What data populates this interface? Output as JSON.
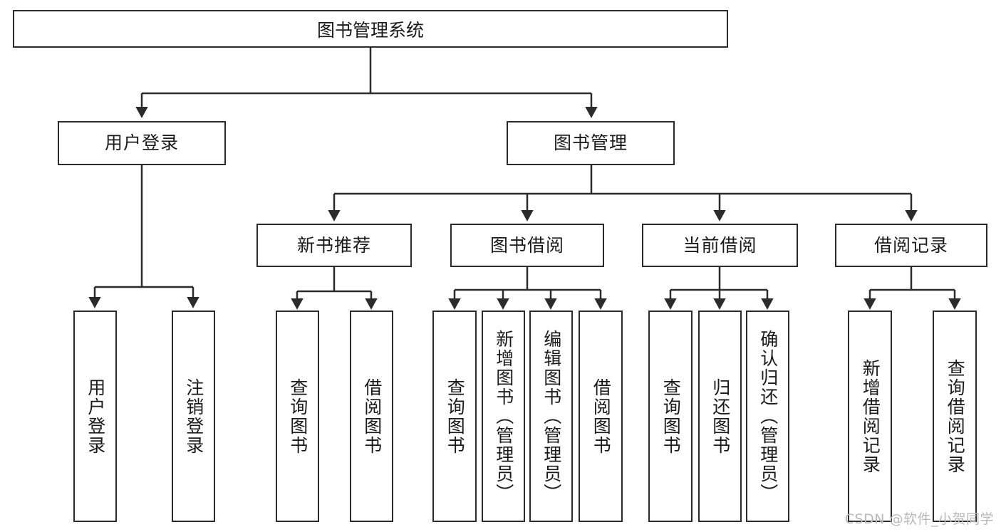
{
  "diagram": {
    "type": "function-tree",
    "title": "图书管理系统",
    "watermark": "CSDN @软件_小贺同学",
    "colors": {
      "stroke": "#2b2b2b",
      "fill": "#ffffff",
      "text": "#1a1a1a",
      "watermark": "#b9b9b9"
    },
    "root": {
      "label": "图书管理系统"
    },
    "level2": [
      {
        "label": "用户登录"
      },
      {
        "label": "图书管理"
      }
    ],
    "level3": [
      {
        "label": "新书推荐"
      },
      {
        "label": "图书借阅"
      },
      {
        "label": "当前借阅"
      },
      {
        "label": "借阅记录"
      }
    ],
    "leaves": {
      "user_login": [
        {
          "label": "用户登录"
        },
        {
          "label": "注销登录"
        }
      ],
      "new_book": [
        {
          "label": "查询图书"
        },
        {
          "label": "借阅图书"
        }
      ],
      "book_borrow": [
        {
          "label": "查询图书"
        },
        {
          "label": "新增图书（管理员）"
        },
        {
          "label": "编辑图书（管理员）"
        },
        {
          "label": "借阅图书"
        }
      ],
      "current_borrow": [
        {
          "label": "查询图书"
        },
        {
          "label": "归还图书"
        },
        {
          "label": "确认归还（管理员）"
        }
      ],
      "borrow_record": [
        {
          "label": "新增借阅记录"
        },
        {
          "label": "查询借阅记录"
        }
      ]
    }
  }
}
